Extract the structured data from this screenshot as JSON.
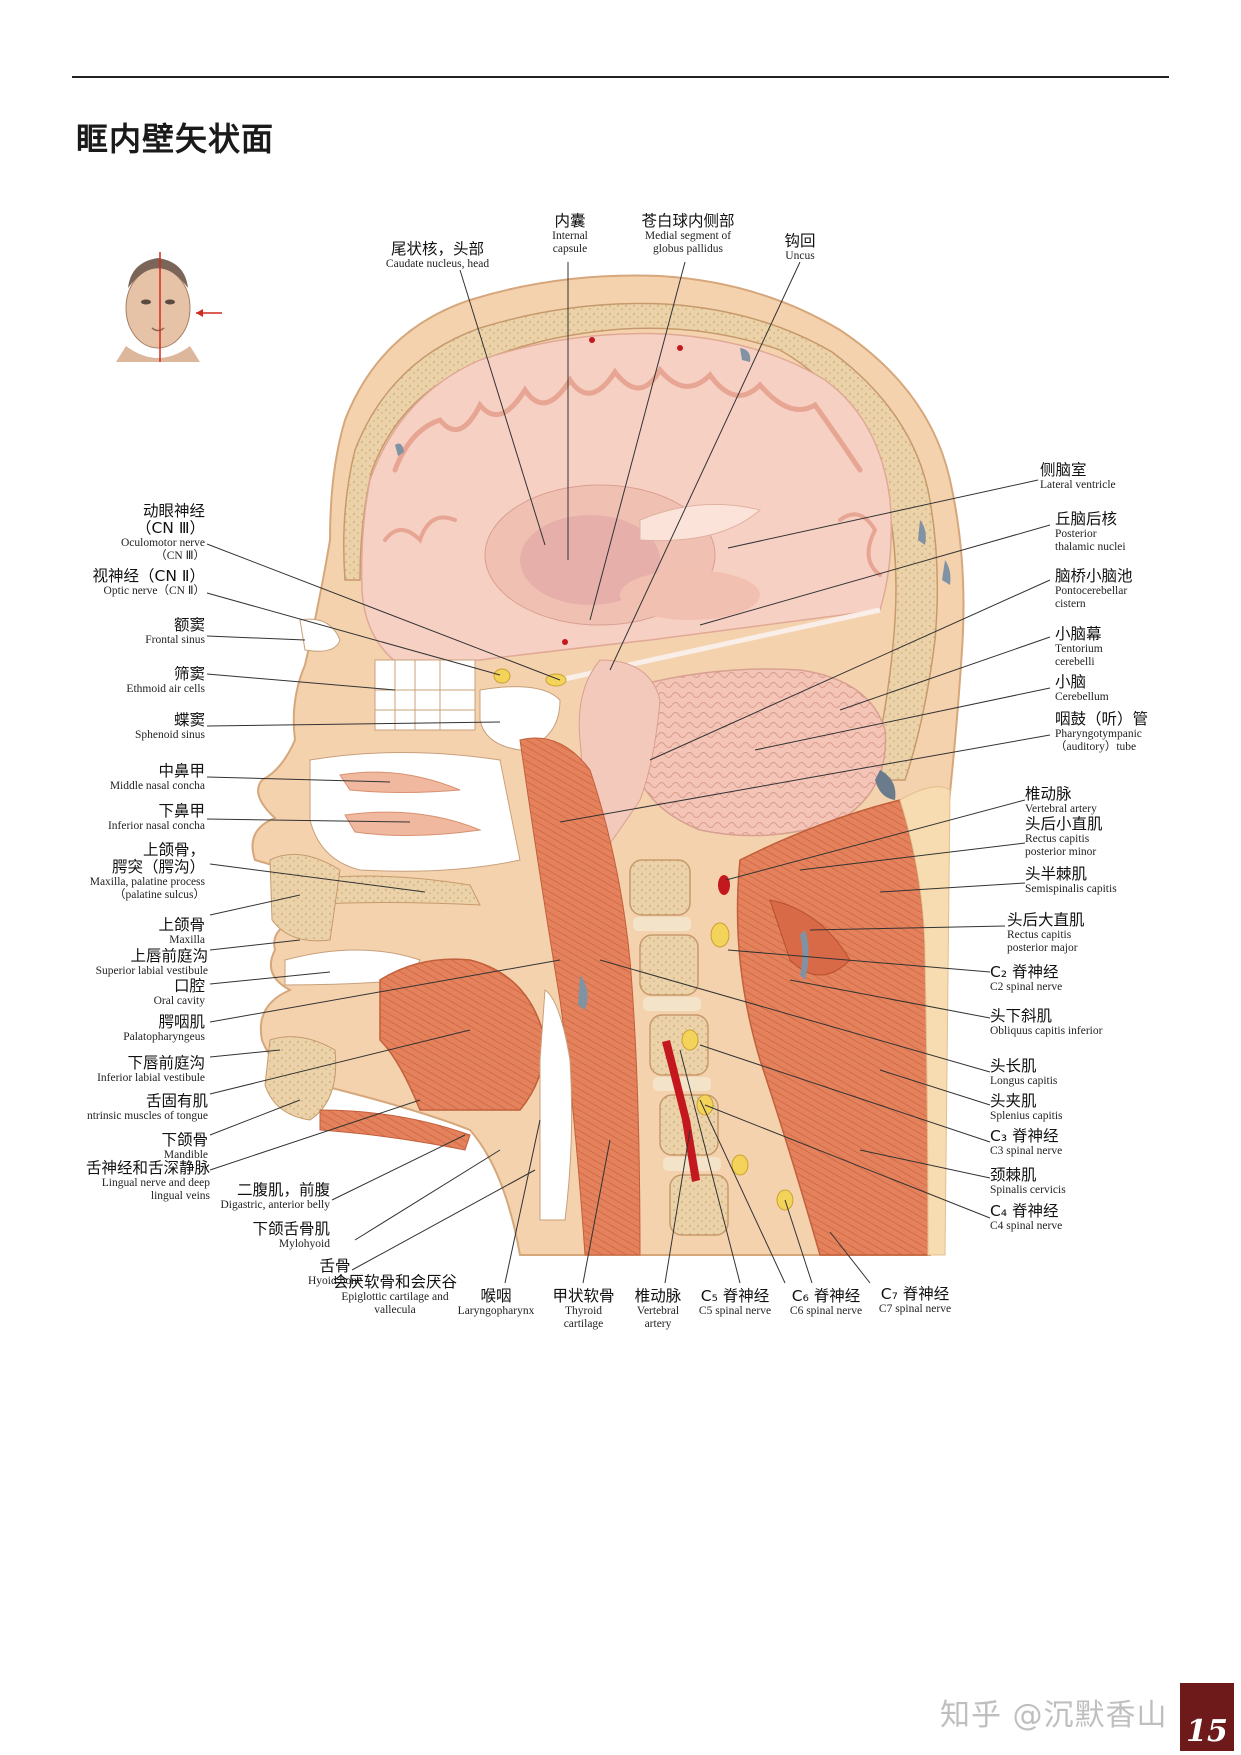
{
  "page": {
    "title": "眶内壁矢状面",
    "page_number": "15",
    "watermark": "知乎 @沉默香山"
  },
  "colors": {
    "skin": "#f5d2ae",
    "bone": "#efcfa6",
    "brain": "#f7d0c4",
    "muscle": "#e1805a",
    "csf": "#7f93a4",
    "nerve": "#f4d35a",
    "artery": "#c4181f",
    "page_number_bg": "#6e1a1a"
  },
  "labels_left": [
    {
      "cn": "动眼神经",
      "cn2": "（CN Ⅲ）",
      "en": "Oculomotor nerve",
      "en2": "（CN Ⅲ）"
    },
    {
      "cn": "视神经（CN Ⅱ）",
      "en": "Optic nerve（CN Ⅱ）"
    },
    {
      "cn": "额窦",
      "en": "Frontal sinus"
    },
    {
      "cn": "筛窦",
      "en": "Ethmoid air cells"
    },
    {
      "cn": "蝶窦",
      "en": "Sphenoid sinus"
    },
    {
      "cn": "中鼻甲",
      "en": "Middle nasal concha"
    },
    {
      "cn": "下鼻甲",
      "en": "Inferior nasal concha"
    },
    {
      "cn": "上颌骨，",
      "cn2": "腭突（腭沟）",
      "en": "Maxilla, palatine process",
      "en2": "（palatine sulcus）"
    },
    {
      "cn": "上颌骨",
      "en": "Maxilla"
    },
    {
      "cn": "上唇前庭沟",
      "en": "Superior labial vestibule"
    },
    {
      "cn": "口腔",
      "en": "Oral cavity"
    },
    {
      "cn": "腭咽肌",
      "en": "Palatopharyngeus"
    },
    {
      "cn": "下唇前庭沟",
      "en": "Inferior labial vestibule"
    },
    {
      "cn": "舌固有肌",
      "en": "ntrinsic muscles of tongue"
    },
    {
      "cn": "下颌骨",
      "en": "Mandible"
    },
    {
      "cn": "舌神经和舌深静脉",
      "en": "Lingual nerve and deep",
      "en2": "lingual veins"
    },
    {
      "cn": "二腹肌，前腹",
      "en": "Digastric, anterior belly"
    },
    {
      "cn": "下颌舌骨肌",
      "en": "Mylohyoid"
    },
    {
      "cn": "舌骨",
      "en": "Hyoid bone"
    }
  ],
  "labels_top": [
    {
      "cn": "尾状核，头部",
      "en": "Caudate nucleus, head"
    },
    {
      "cn": "内囊",
      "en": "Internal",
      "en2": "capsule"
    },
    {
      "cn": "苍白球内侧部",
      "en": "Medial segment of",
      "en2": "globus pallidus"
    },
    {
      "cn": "钩回",
      "en": "Uncus"
    }
  ],
  "labels_right": [
    {
      "cn": "侧脑室",
      "en": "Lateral ventricle"
    },
    {
      "cn": "丘脑后核",
      "en": "Posterior",
      "en2": "thalamic nuclei"
    },
    {
      "cn": "脑桥小脑池",
      "en": "Pontocerebellar",
      "en2": "cistern"
    },
    {
      "cn": "小脑幕",
      "en": "Tentorium",
      "en2": "cerebelli"
    },
    {
      "cn": "小脑",
      "en": "Cerebellum"
    },
    {
      "cn": "咽鼓（听）管",
      "en": "Pharyngotympanic",
      "en2": "（auditory）tube"
    },
    {
      "cn": "椎动脉",
      "en": "Vertebral artery"
    },
    {
      "cn": "头后小直肌",
      "en": "Rectus capitis",
      "en2": "posterior minor"
    },
    {
      "cn": "头半棘肌",
      "en": "Semispinalis capitis"
    },
    {
      "cn": "头后大直肌",
      "en": "Rectus capitis",
      "en2": "posterior major"
    },
    {
      "cn": "C₂ 脊神经",
      "en": "C2 spinal nerve"
    },
    {
      "cn": "头下斜肌",
      "en": "Obliquus capitis inferior"
    },
    {
      "cn": "头长肌",
      "en": "Longus capitis"
    },
    {
      "cn": "头夹肌",
      "en": "Splenius capitis"
    },
    {
      "cn": "C₃ 脊神经",
      "en": "C3 spinal nerve"
    },
    {
      "cn": "颈棘肌",
      "en": "Spinalis cervicis"
    },
    {
      "cn": "C₄ 脊神经",
      "en": "C4 spinal nerve"
    }
  ],
  "labels_bottom": [
    {
      "cn": "会厌软骨和会厌谷",
      "en": "Epiglottic cartilage and",
      "en2": "vallecula"
    },
    {
      "cn": "喉咽",
      "en": "Laryngopharynx"
    },
    {
      "cn": "甲状软骨",
      "en": "Thyroid",
      "en2": "cartilage"
    },
    {
      "cn": "椎动脉",
      "en": "Vertebral",
      "en2": "artery"
    },
    {
      "cn": "C₅ 脊神经",
      "en": "C5 spinal nerve"
    },
    {
      "cn": "C₆ 脊神经",
      "en": "C6 spinal nerve"
    },
    {
      "cn": "C₇ 脊神经",
      "en": "C7 spinal nerve"
    }
  ]
}
